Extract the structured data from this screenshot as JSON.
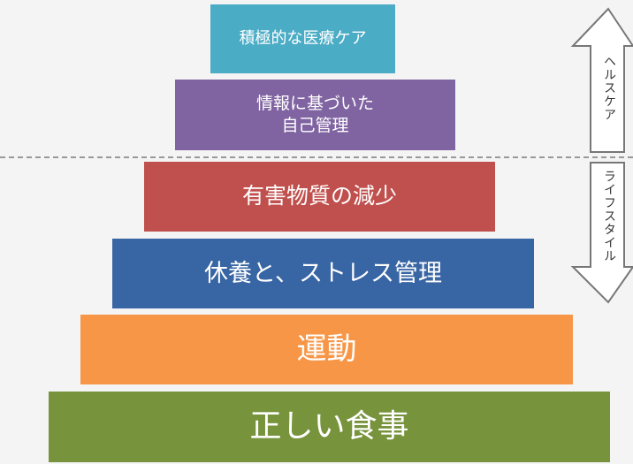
{
  "pyramid": [
    {
      "lines": [
        "積極的な医療ケア"
      ],
      "color": "#4bacc6"
    },
    {
      "lines": [
        "情報に基づいた",
        "自己管理"
      ],
      "color": "#8064a2"
    },
    {
      "lines": [
        "有害物質の減少"
      ],
      "color": "#c0504d"
    },
    {
      "lines": [
        "休養と、ストレス管理"
      ],
      "color": "#3865a3"
    },
    {
      "lines": [
        "運動"
      ],
      "color": "#f79646"
    },
    {
      "lines": [
        "正しい食事"
      ],
      "color": "#77933c"
    }
  ],
  "arrows": {
    "top_label": "ヘルスケア",
    "bottom_label": "ライフスタイル"
  }
}
